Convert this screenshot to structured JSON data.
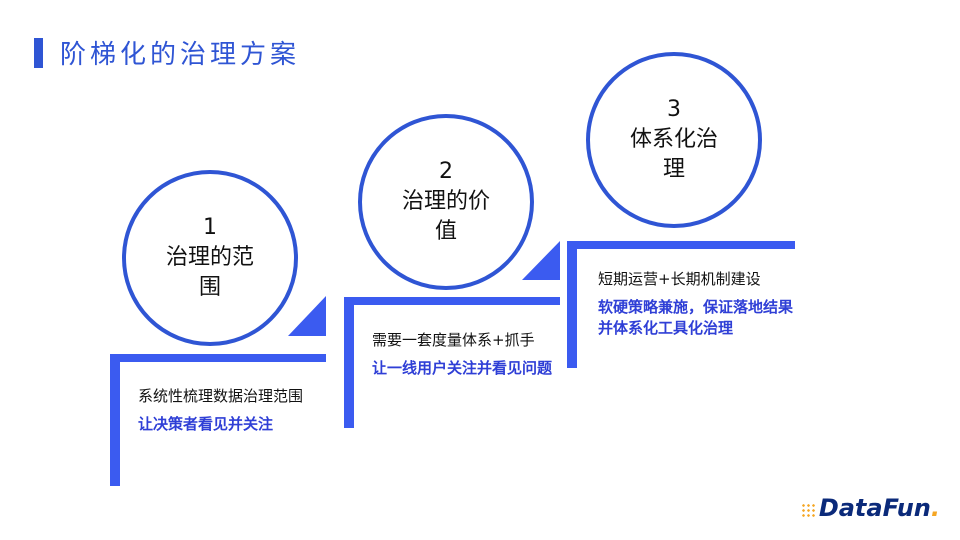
{
  "title": "阶梯化的治理方案",
  "steps": [
    {
      "number": "1",
      "name": "治理的范围",
      "desc": "系统性梳理数据治理范围",
      "highlight": "让决策者看见并关注"
    },
    {
      "number": "2",
      "name": "治理的价值",
      "desc": "需要一套度量体系+抓手",
      "highlight": "让一线用户关注并看见问题"
    },
    {
      "number": "3",
      "name": "体系化治理",
      "desc": "短期运营+长期机制建设",
      "highlight": "软硬策略兼施，保证落地结果并体系化工具化治理"
    }
  ],
  "logo": {
    "text": "DataFun",
    "suffix": "."
  },
  "colors": {
    "accent": "#2f55d4",
    "highlight": "#2f3fd6"
  }
}
